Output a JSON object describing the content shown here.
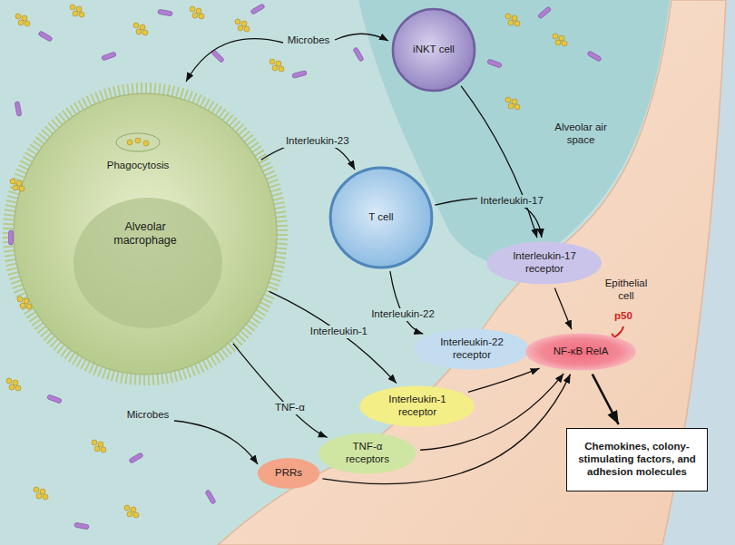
{
  "diagram": {
    "nodes": [
      {
        "text": [
          "Alveolar macrophage"
        ]
      },
      {
        "text": [
          "iNKT cell"
        ]
      },
      {
        "text": [
          "T cell"
        ]
      },
      {
        "text": [
          "Interleukin-17 receptor"
        ]
      },
      {
        "text": [
          "Interleukin-22 receptor"
        ]
      },
      {
        "text": [
          "Interleukin-1 receptor"
        ]
      },
      {
        "text": [
          "TNF-α receptors"
        ]
      },
      {
        "text": [
          "PRRs"
        ]
      },
      {
        "text": [
          "NF-κB RelA"
        ]
      },
      {
        "text": [
          "Chemokines, colony-stimulating factors, and adhesion molecules"
        ]
      }
    ],
    "edges": [
      {
        "from": 0,
        "to": 2,
        "label": "Interleukin-23",
        "arrow": "to"
      },
      {
        "from": 1,
        "to": 3,
        "arrow": "to"
      },
      {
        "from": 2,
        "to": 3,
        "label": "Interleukin-17",
        "arrow": "to"
      },
      {
        "from": 2,
        "to": 4,
        "label": "Interleukin-22",
        "arrow": "to"
      },
      {
        "from": 0,
        "to": 5,
        "label": "Interleukin-1",
        "arrow": "to"
      },
      {
        "from": 0,
        "to": 6,
        "label": "TNF-α",
        "arrow": "to"
      },
      {
        "from": 3,
        "to": 8,
        "arrow": "to"
      },
      {
        "from": 5,
        "to": 8,
        "arrow": "to"
      },
      {
        "from": 6,
        "to": 8,
        "arrow": "to"
      },
      {
        "from": 7,
        "to": 8,
        "arrow": "to"
      },
      {
        "from": 8,
        "to": 9,
        "arrow": "to"
      }
    ],
    "labels": [
      "Microbes",
      "Microbes",
      "Phagocytosis",
      "Alveolar air space",
      "Epithelial cell",
      "p50"
    ]
  }
}
